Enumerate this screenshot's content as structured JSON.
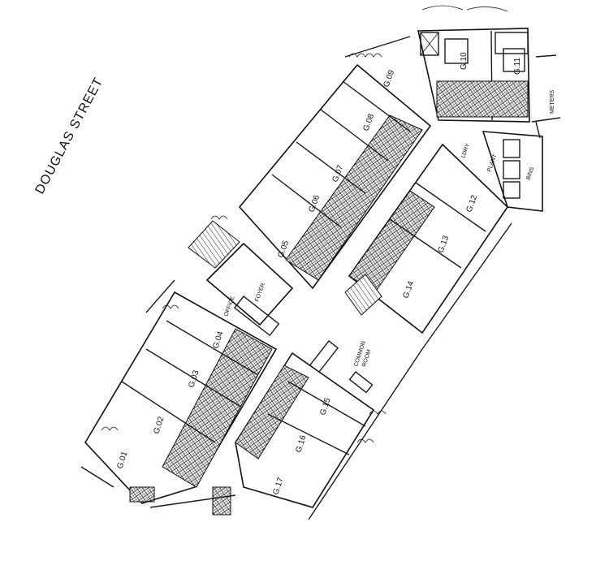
{
  "street": "DOUGLAS STREET",
  "units": [
    {
      "id": "g01",
      "label": "G.01"
    },
    {
      "id": "g02",
      "label": "G.02"
    },
    {
      "id": "g03",
      "label": "G.03"
    },
    {
      "id": "g04",
      "label": "G.04"
    },
    {
      "id": "g05",
      "label": "G.05"
    },
    {
      "id": "g06",
      "label": "G.06"
    },
    {
      "id": "g07",
      "label": "G.07"
    },
    {
      "id": "g08",
      "label": "G.08"
    },
    {
      "id": "g09",
      "label": "G.09"
    },
    {
      "id": "g10",
      "label": "G.10"
    },
    {
      "id": "g11",
      "label": "G.11"
    },
    {
      "id": "g12",
      "label": "G.12"
    },
    {
      "id": "g13",
      "label": "G.13"
    },
    {
      "id": "g14",
      "label": "G.14"
    },
    {
      "id": "g15",
      "label": "G.15"
    },
    {
      "id": "g16",
      "label": "G.16"
    },
    {
      "id": "g17",
      "label": "G.17"
    }
  ],
  "rooms": {
    "office": "OFFICE",
    "foyer": "FOYER",
    "common_room_line1": "COMMON",
    "common_room_line2": "ROOM",
    "laundry": "LDRY",
    "plant": "PLANT",
    "bins": "BINS",
    "meters": "METERS"
  }
}
